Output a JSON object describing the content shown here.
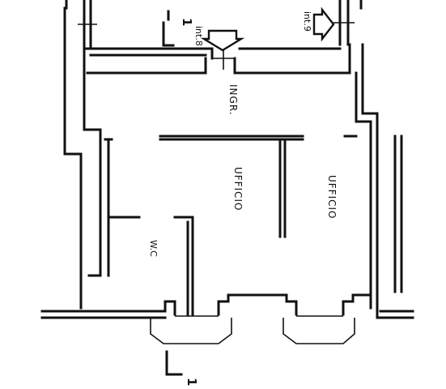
{
  "rooms": {
    "ingresso": "INGR.",
    "ufficio_left": "UFFICIO",
    "ufficio_right": "UFFICIO",
    "wc": "W.C"
  },
  "units": {
    "int8": "int.8",
    "int9": "int.9"
  },
  "section_markers": {
    "top": "1",
    "bottom": "1"
  }
}
